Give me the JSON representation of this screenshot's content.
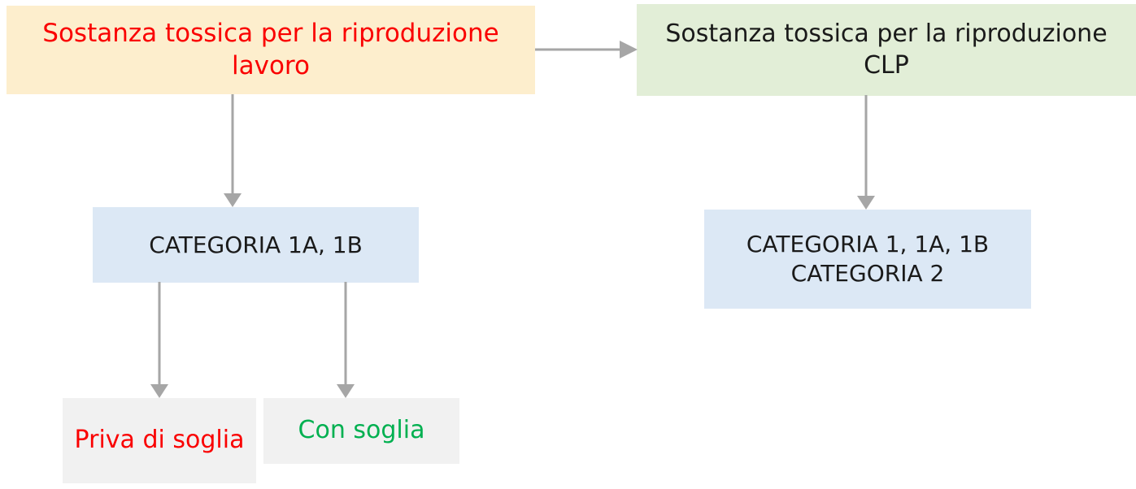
{
  "diagram": {
    "title": "Sostanza tossica per la riproduzione - lavoro vs CLP",
    "colors": {
      "source_work_fill": "#fdeecd",
      "source_clp_fill": "#e2eed7",
      "category_fill": "#dce8f5",
      "threshold_fill": "#f1f1f1",
      "red_text": "#fa0000",
      "green_text": "#00b050",
      "dark_text": "#1a1a1a",
      "connector": "#a6a6a6"
    },
    "nodes": {
      "source_work": {
        "label": "Sostanza tossica per la riproduzione lavoro",
        "line1": "Sostanza tossica per la riproduzione",
        "line2": "lavoro"
      },
      "source_clp": {
        "label": "Sostanza tossica per la riproduzione CLP",
        "line1": "Sostanza tossica per la",
        "line2": "riproduzione CLP"
      },
      "category_work": {
        "label": "CATEGORIA 1A, 1B"
      },
      "category_clp": {
        "line1": "CATEGORIA 1, 1A, 1B",
        "line2": "CATEGORIA 2"
      },
      "no_threshold": {
        "label": "Priva di soglia",
        "line1": "Priva di",
        "line2": "soglia"
      },
      "with_threshold": {
        "label": "Con soglia"
      }
    },
    "connectors": [
      {
        "name": "source-work-to-source-clp",
        "from": "source_work",
        "to": "source_clp",
        "direction": "right"
      },
      {
        "name": "source-work-to-category-work",
        "from": "source_work",
        "to": "category_work",
        "direction": "down"
      },
      {
        "name": "source-clp-to-category-clp",
        "from": "source_clp",
        "to": "category_clp",
        "direction": "down"
      },
      {
        "name": "category-work-to-no-threshold",
        "from": "category_work",
        "to": "no_threshold",
        "direction": "down"
      },
      {
        "name": "category-work-to-with-threshold",
        "from": "category_work",
        "to": "with_threshold",
        "direction": "down"
      }
    ]
  }
}
